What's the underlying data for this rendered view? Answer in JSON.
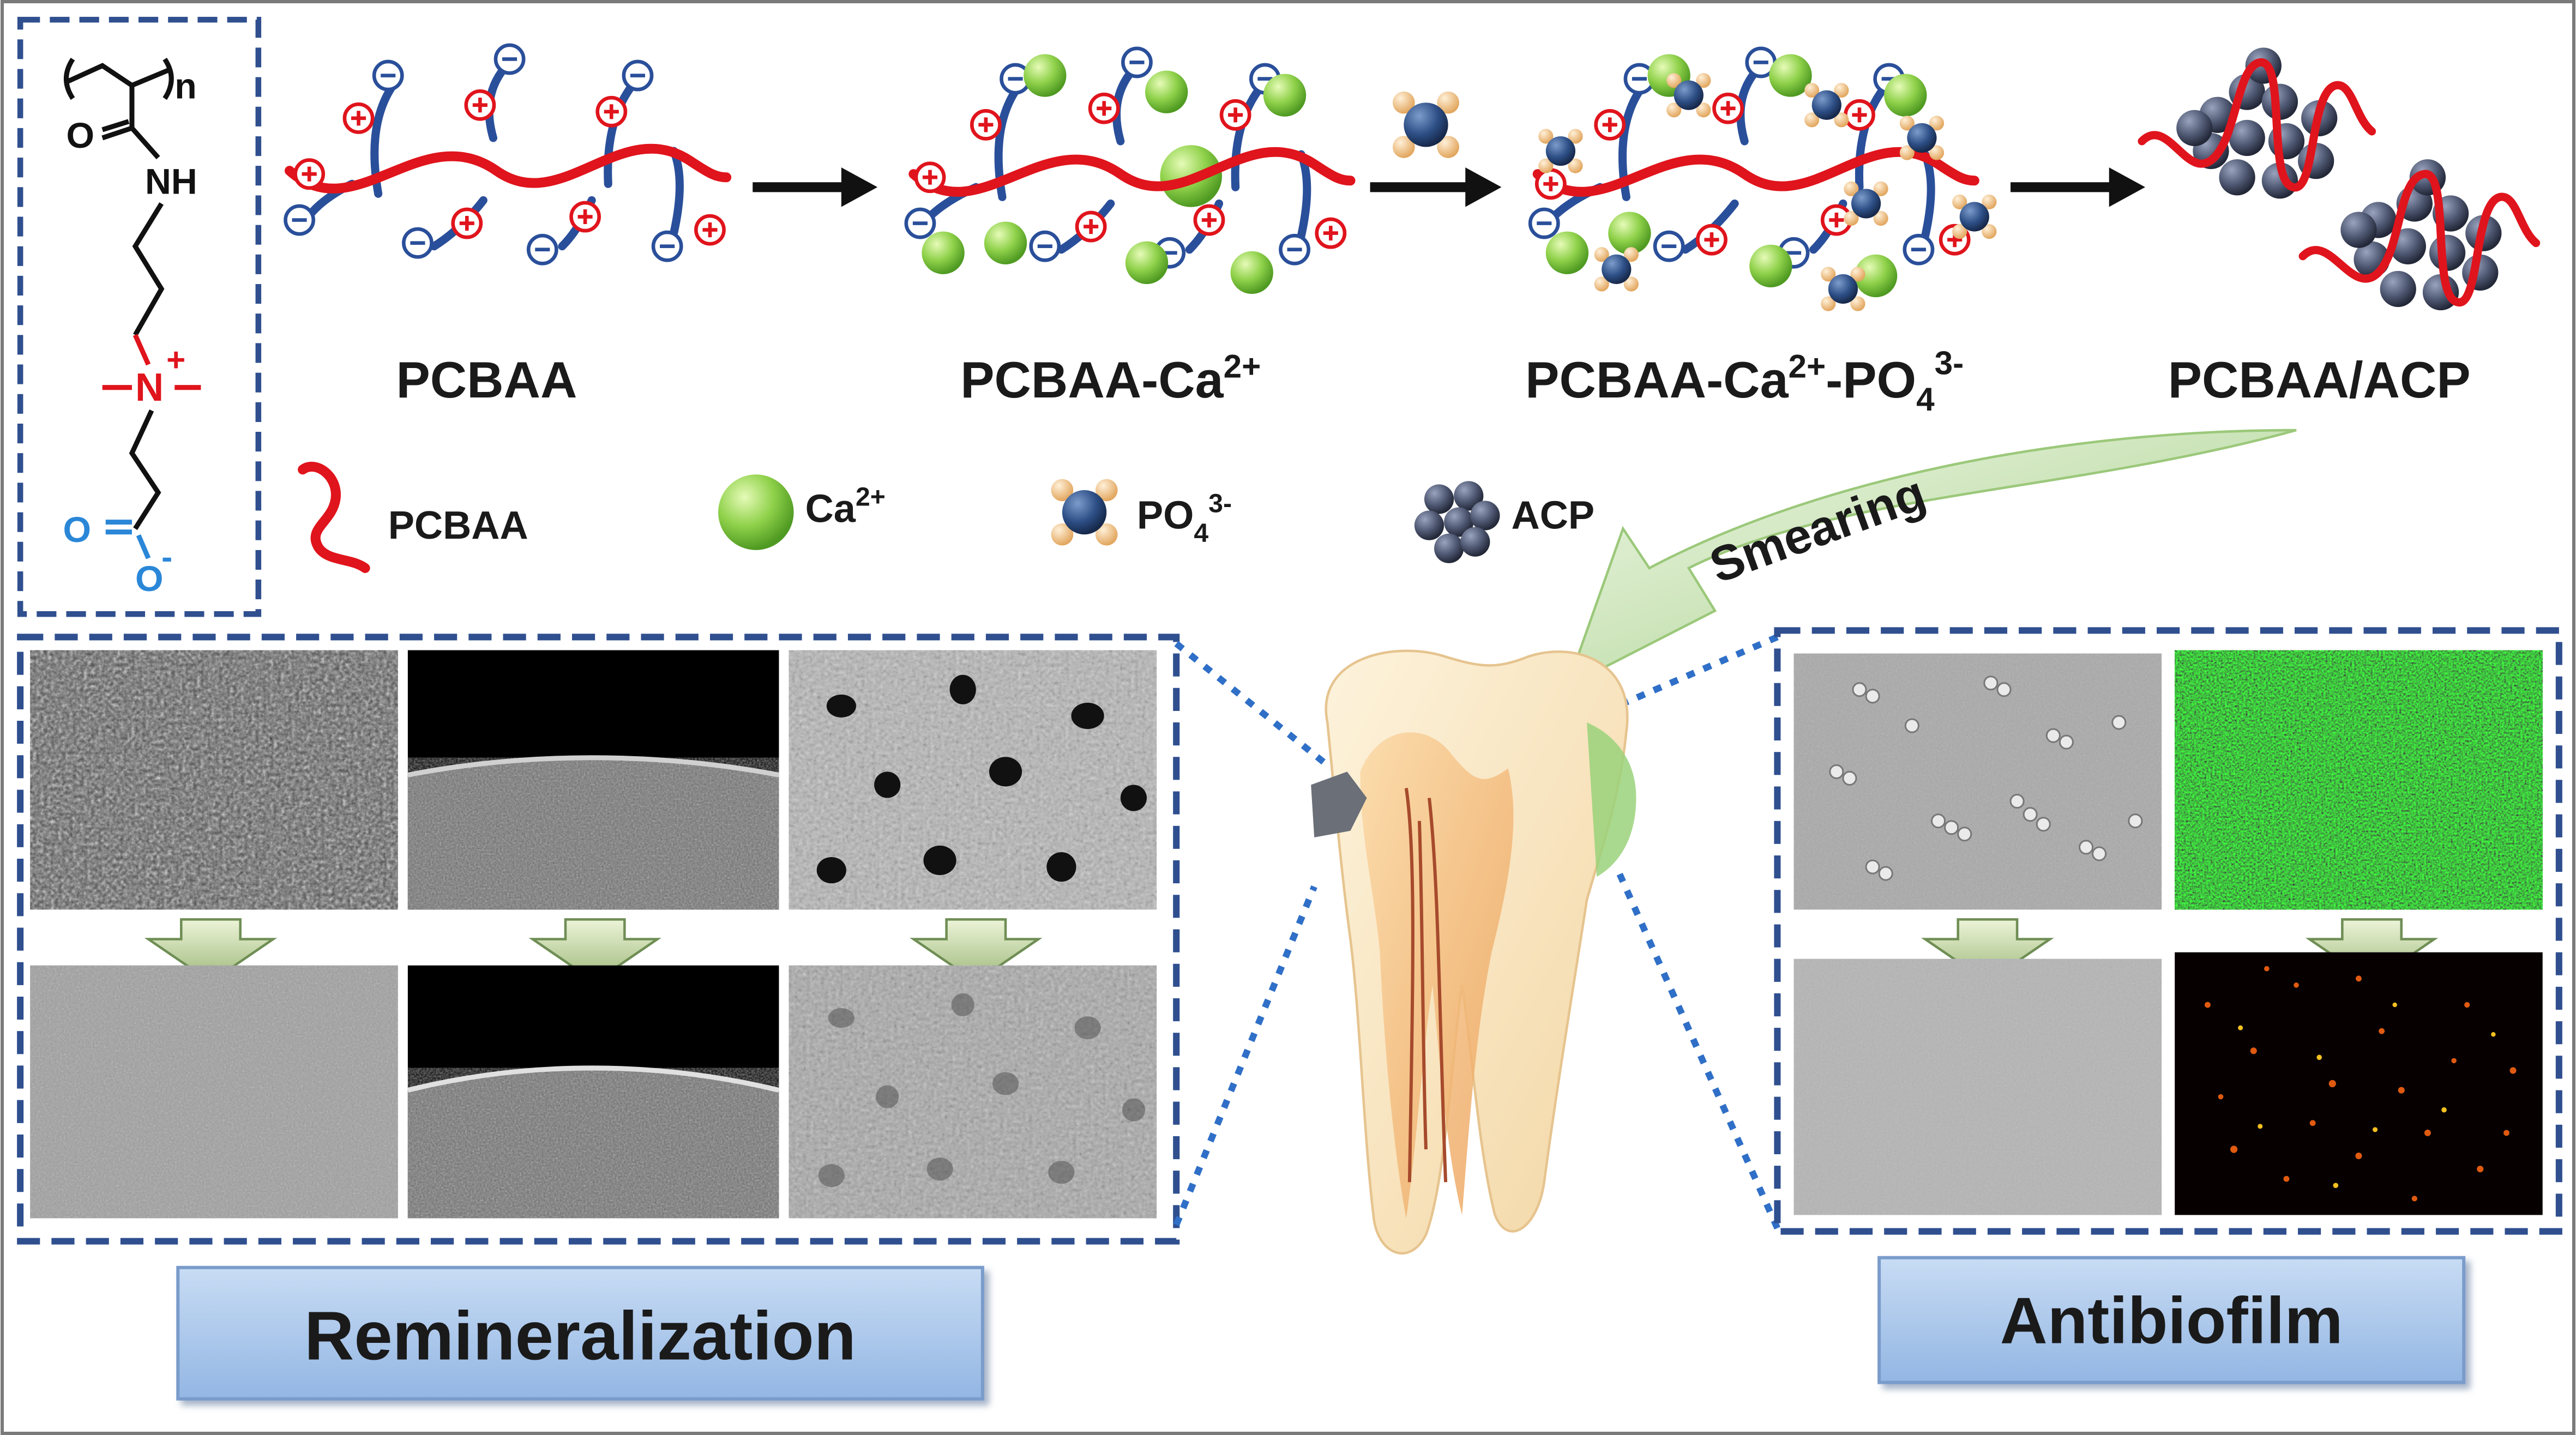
{
  "monomer": {
    "n": "n",
    "carbonyl_o": "O",
    "amide": "NH",
    "nitrogen": "N",
    "plus": "+",
    "carboxyl_o": "O",
    "carboxylate_o": "O",
    "minus": "-"
  },
  "stages": [
    {
      "label": "PCBAA"
    },
    {
      "label": "PCBAA-Ca",
      "sup": "2+"
    },
    {
      "label": "PCBAA-Ca",
      "sup": "2+",
      "mid": "-PO",
      "sub": "4",
      "sup2": "3-"
    },
    {
      "label": "PCBAA/ACP"
    }
  ],
  "legend": [
    {
      "label": "PCBAA"
    },
    {
      "label": "Ca",
      "sup": "2+"
    },
    {
      "label": "PO",
      "sub": "4",
      "sup": "3-"
    },
    {
      "label": "ACP"
    }
  ],
  "smearing": "Smearing",
  "sections": {
    "left": "Remineralization",
    "right": "Antibiofilm"
  },
  "colors": {
    "frame_blue": "#2f4f8f",
    "chain_red": "#e0141c",
    "pendant_blue": "#2a4f9a",
    "calcium_green": "#8fd14a",
    "phosphate_blue": "#2d4f86",
    "acp_gray": "#4d5670",
    "label_box": "#a7c6ec",
    "arrow_green": "#b5d99c"
  }
}
